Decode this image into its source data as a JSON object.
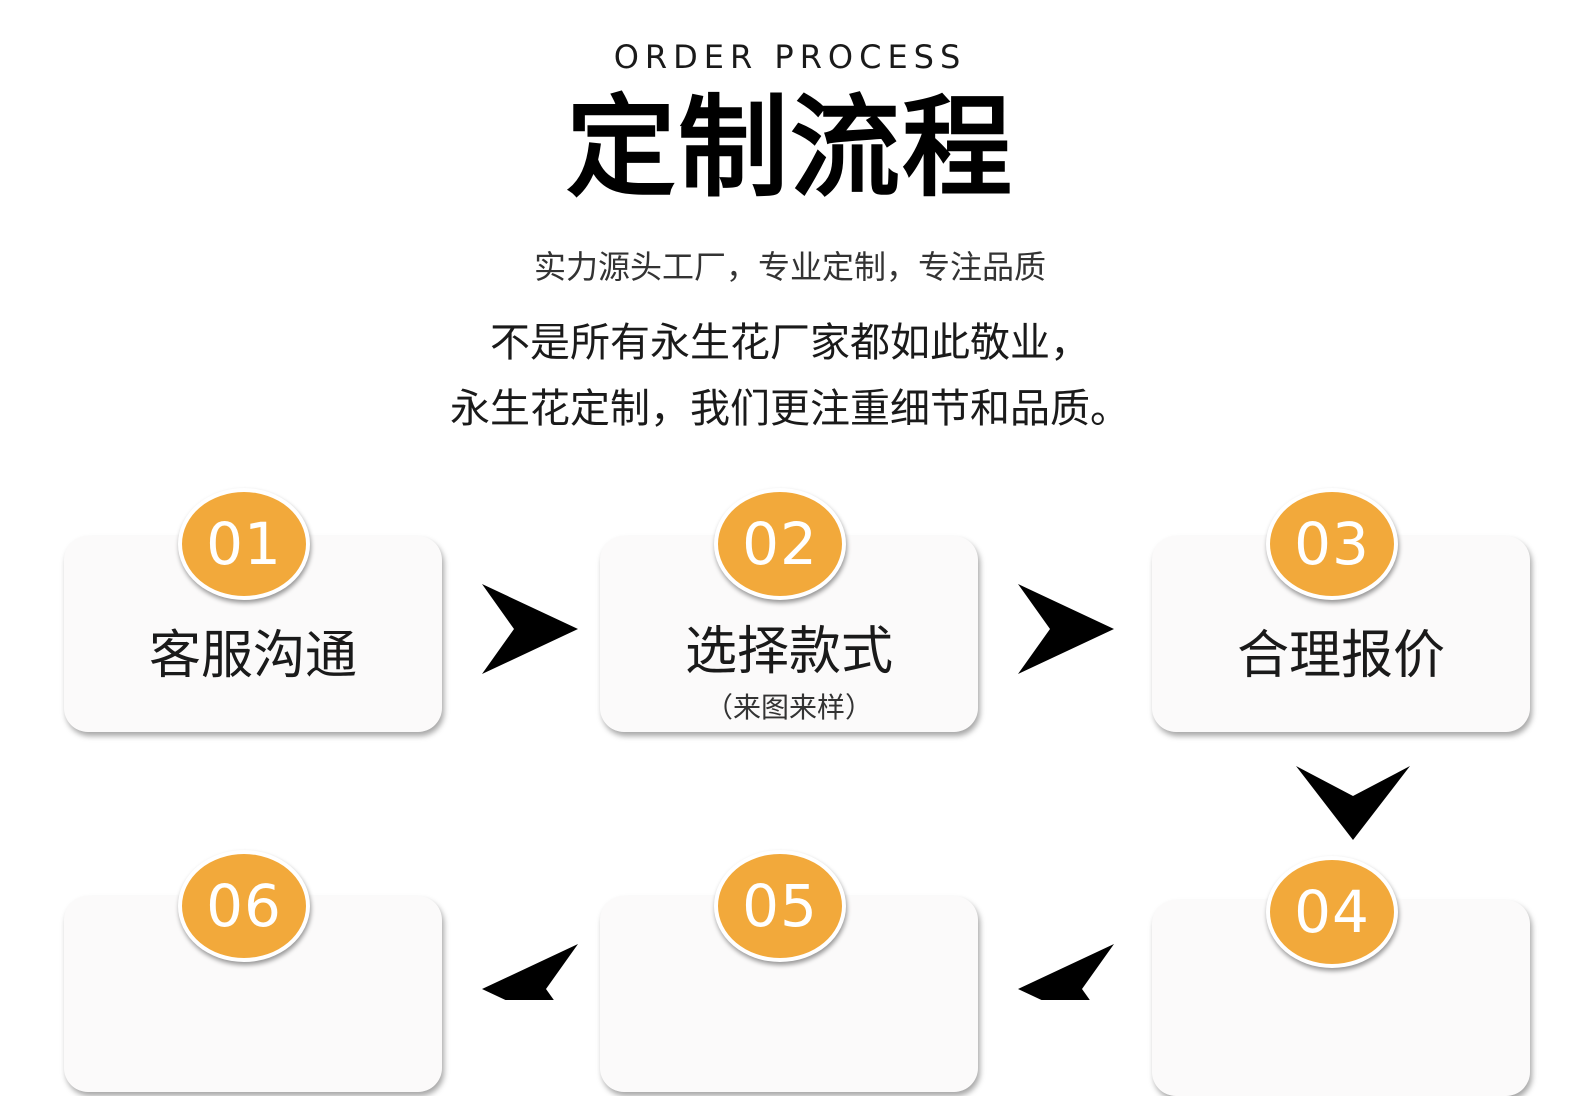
{
  "header": {
    "en_title": "ORDER PROCESS",
    "cn_title": "定制流程",
    "tagline": "实力源头工厂，专业定制，专注品质",
    "desc_line1": "不是所有永生花厂家都如此敬业，",
    "desc_line2": "永生花定制，我们更注重细节和品质。"
  },
  "steps": [
    {
      "number": "01",
      "label": "客服沟通",
      "sub": ""
    },
    {
      "number": "02",
      "label": "选择款式",
      "sub": "（来图来样）"
    },
    {
      "number": "03",
      "label": "合理报价",
      "sub": ""
    },
    {
      "number": "04",
      "label": "",
      "sub": ""
    },
    {
      "number": "05",
      "label": "",
      "sub": ""
    },
    {
      "number": "06",
      "label": "",
      "sub": ""
    }
  ],
  "colors": {
    "badge": "#f2a93b",
    "card": "#fbfafa",
    "arrow": "#000000"
  },
  "icons": {
    "arrow_right": "arrow-right-icon",
    "arrow_down": "arrow-down-icon",
    "arrow_left": "arrow-left-icon"
  }
}
